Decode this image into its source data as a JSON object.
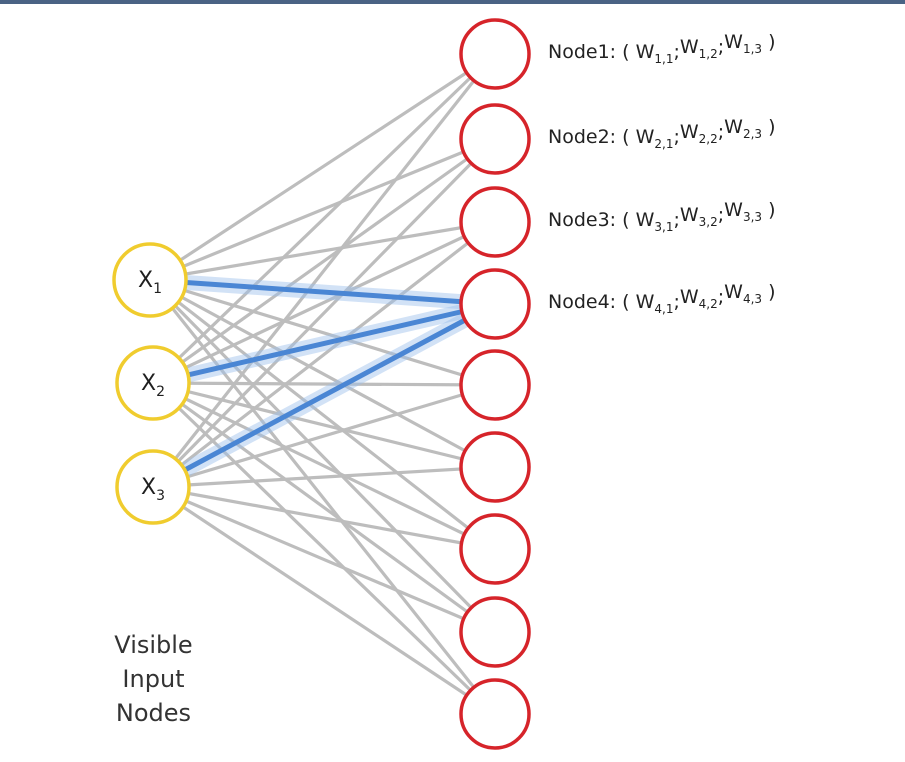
{
  "input_nodes": [
    {
      "main": "X",
      "sub": "1"
    },
    {
      "main": "X",
      "sub": "2"
    },
    {
      "main": "X",
      "sub": "3"
    }
  ],
  "output_node_count": 9,
  "highlighted_output_node": 4,
  "weight_labels": [
    {
      "name": "Node1",
      "sym": "W",
      "subs": [
        "1,1",
        "1,2",
        "1,3"
      ]
    },
    {
      "name": "Node2",
      "sym": "W",
      "subs": [
        "2,1",
        "2,2",
        "2,3"
      ]
    },
    {
      "name": "Node3",
      "sym": "W",
      "subs": [
        "3,1",
        "3,2",
        "3,3"
      ]
    },
    {
      "name": "Node4",
      "sym": "W",
      "subs": [
        "4,1",
        "4,2",
        "4,3"
      ]
    }
  ],
  "caption": {
    "lines": [
      "Visible",
      "Input",
      "Nodes"
    ]
  },
  "colors": {
    "input_stroke": "#f0cc2e",
    "output_stroke": "#d6242a",
    "edge": "#bdbdbd",
    "highlight_edge": "#4a86d4"
  }
}
